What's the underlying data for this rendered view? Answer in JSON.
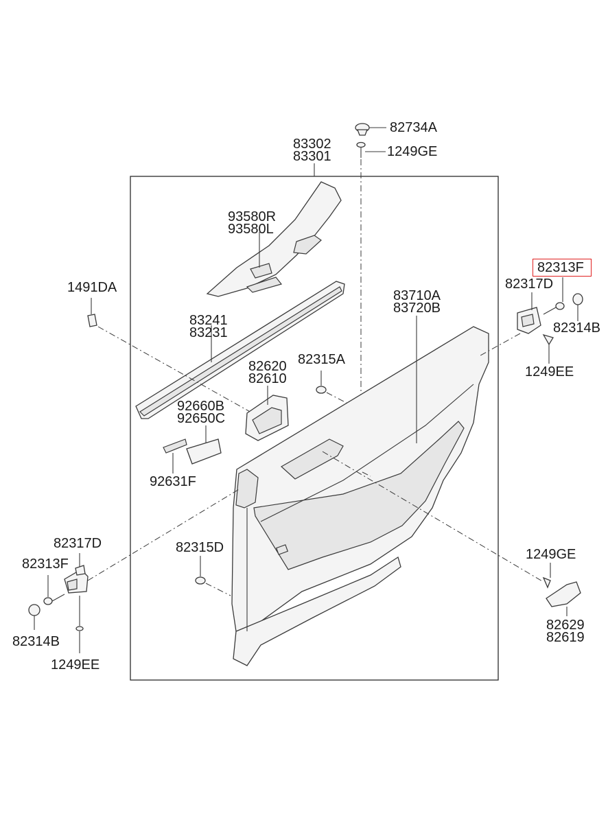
{
  "labels": {
    "p82734A": "82734A",
    "p1249GE_top": "1249GE",
    "p83302": "83302",
    "p83301": "83301",
    "p93580R": "93580R",
    "p93580L": "93580L",
    "p1491DA": "1491DA",
    "p83241": "83241",
    "p83231": "83231",
    "p83710A": "83710A",
    "p83720B": "83720B",
    "p82620": "82620",
    "p82610": "82610",
    "p82315A": "82315A",
    "p92660B": "92660B",
    "p92650C": "92650C",
    "p92631F": "92631F",
    "p82313F_right": "82313F",
    "p82317D_right": "82317D",
    "p82314B_right": "82314B",
    "p1249EE_right": "1249EE",
    "p82317D_left": "82317D",
    "p82313F_left": "82313F",
    "p82314B_left": "82314B",
    "p1249EE_left": "1249EE",
    "p82315D": "82315D",
    "p1249GE_right": "1249GE",
    "p82629": "82629",
    "p82619": "82619"
  },
  "highlight": {
    "part": "82313F",
    "color": "#e02020"
  }
}
